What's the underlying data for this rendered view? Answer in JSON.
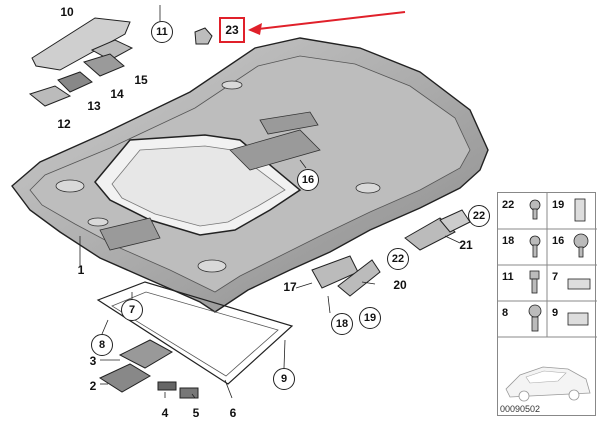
{
  "highlight_label": "23",
  "doc_number": "00090502",
  "plain_labels": {
    "p10": "10",
    "p15": "15",
    "p14": "14",
    "p13": "13",
    "p12": "12",
    "p1": "1",
    "p17": "17",
    "p20": "20",
    "p21": "21",
    "p3": "3",
    "p2": "2",
    "p4": "4",
    "p5": "5",
    "p6": "6"
  },
  "circled_labels": {
    "c11": "11",
    "c16": "16",
    "c22a": "22",
    "c22b": "22",
    "c7": "7",
    "c8": "8",
    "c9": "9",
    "c18": "18",
    "c19": "19"
  },
  "legend": {
    "cells": [
      "22",
      "19",
      "18",
      "16",
      "11",
      "7",
      "8",
      "9"
    ]
  },
  "colors": {
    "highlight": "#e0202a",
    "line": "#222222"
  }
}
